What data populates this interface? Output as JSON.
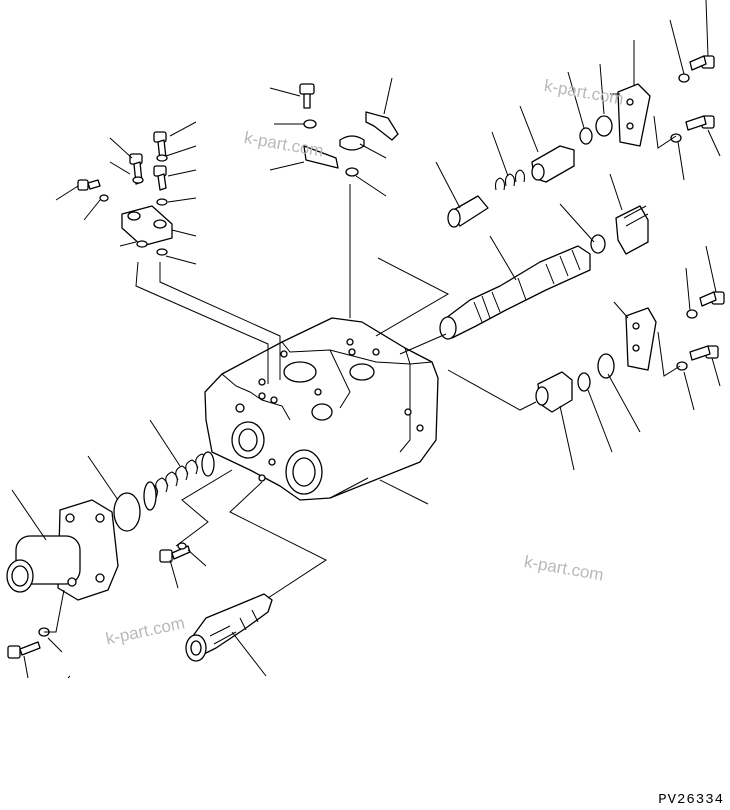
{
  "watermarks": [
    "k-part.com",
    "k-part.com",
    "k-part.com",
    "k-part.com"
  ],
  "drawing_code": "PV26334"
}
